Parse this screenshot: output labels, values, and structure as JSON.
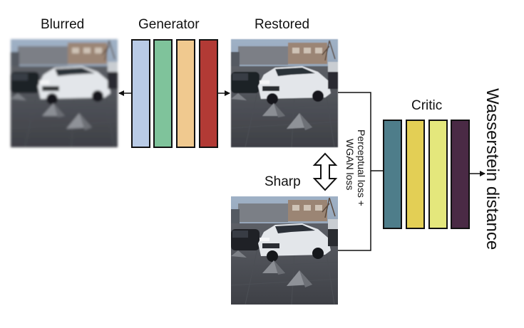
{
  "labels": {
    "blurred": "Blurred",
    "generator": "Generator",
    "restored": "Restored",
    "critic": "Critic",
    "sharp": "Sharp",
    "loss_line1": "Perceptual loss +",
    "loss_line2": "WGAN loss",
    "output": "Wasserstein distance"
  },
  "generator_colors": [
    "#b9cbe6",
    "#7fc39b",
    "#f0c98f",
    "#b23a35"
  ],
  "critic_colors": [
    "#4e7d8a",
    "#e3cf55",
    "#e4e77c",
    "#4a2a45"
  ],
  "images": {
    "blurred": "blurred-photo",
    "restored": "restored-photo",
    "sharp": "sharp-photo"
  }
}
